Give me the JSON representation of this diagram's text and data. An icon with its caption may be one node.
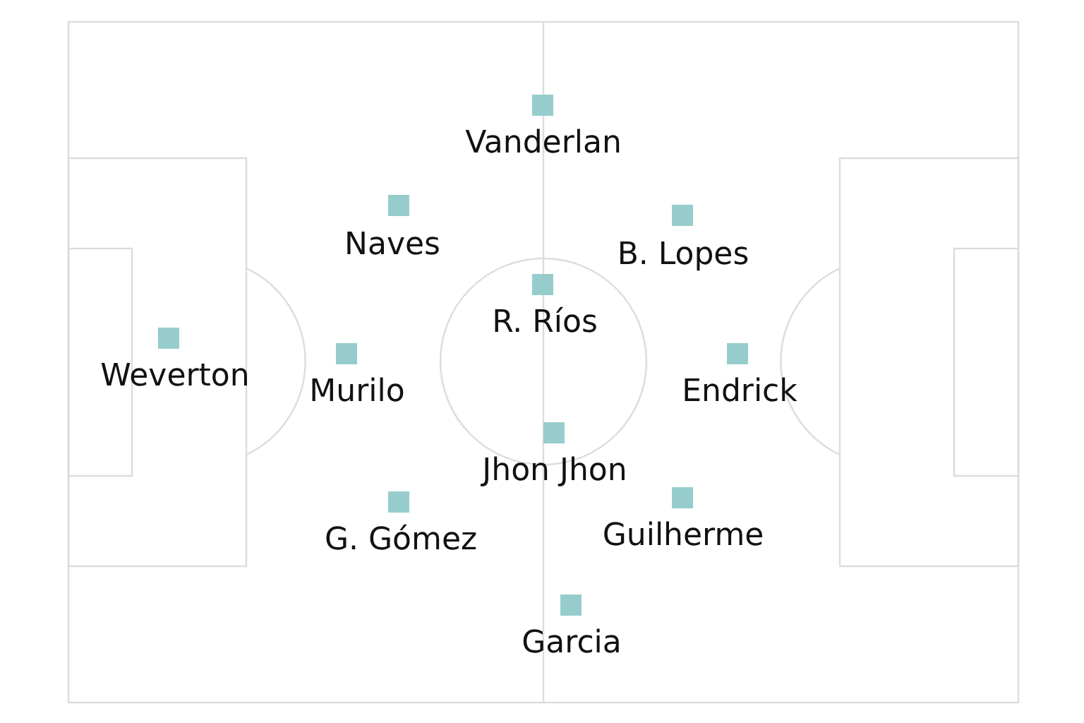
{
  "diagram": {
    "nodes": [
      {
        "text": [
          "Vanderlan"
        ]
      },
      {
        "text": [
          "Naves"
        ]
      },
      {
        "text": [
          "B. Lopes"
        ]
      },
      {
        "text": [
          "R. Ríos"
        ]
      },
      {
        "text": [
          "Weverton"
        ]
      },
      {
        "text": [
          "Murilo"
        ]
      },
      {
        "text": [
          "Endrick"
        ]
      },
      {
        "text": [
          "Jhon Jhon"
        ]
      },
      {
        "text": [
          "G. Gómez"
        ]
      },
      {
        "text": [
          "Guilherme"
        ]
      },
      {
        "text": [
          "Garcia"
        ]
      }
    ],
    "edges": []
  }
}
